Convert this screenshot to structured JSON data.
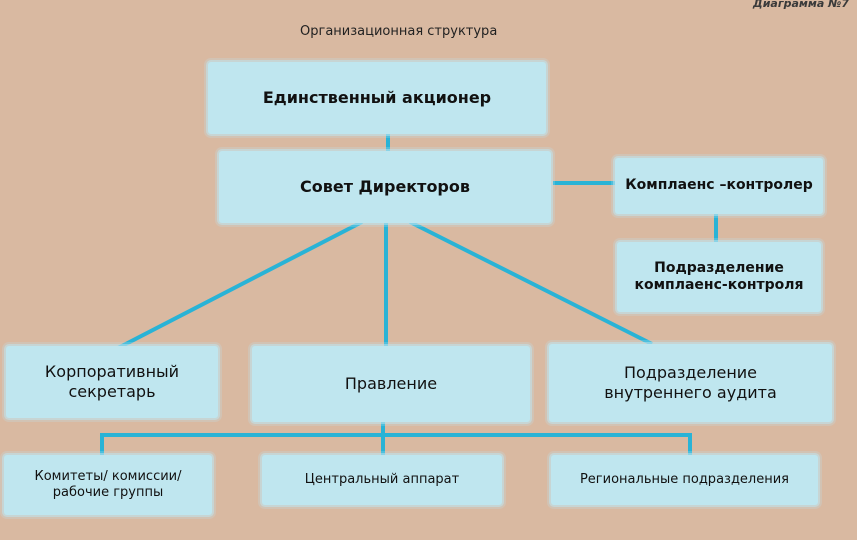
{
  "corner_label": "Диаграмма №7",
  "diagram_title": "Организационная структура",
  "nodes": {
    "shareholder": "Единственный акционер",
    "board": "Совет Директоров",
    "compliance_controller": "Комплаенс –контролер",
    "compliance_unit": "Подразделение комплаенс-контроля",
    "secretary": "Корпоративный секретарь",
    "management": "Правление",
    "audit": "Подразделение внутреннего аудита",
    "committees": "Комитеты/ комиссии/ рабочие группы",
    "central": "Центральный аппарат",
    "regional": "Региональные подразделения"
  },
  "colors": {
    "background": "#d9b9a1",
    "box": "#bfe6ef",
    "connector": "#29b3d6"
  }
}
